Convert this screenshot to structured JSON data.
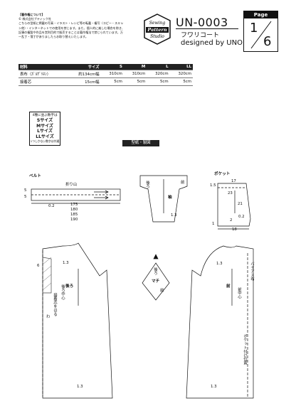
{
  "copyright": {
    "heading": "【著作権について】",
    "owner": "© 株式会社ブティック社",
    "body": "こちらの型紙に掲載の写真・イラスト・レシピ等の転載・複写（コピー・スキャン他）・インターネットでの使用を禁じます。また、個人的に楽しむ場合を除き、記事の複製や作品を営利目的で販売することは著作権法で禁じられています。万一乱丁・落丁がありましたらお取り替えいたします。"
  },
  "logo": {
    "line1": "Sewing",
    "line2": "Pattern",
    "line3": "Studio"
  },
  "product": {
    "code": "UN-0003",
    "name_jp": "フワリコート",
    "designer": "designed by UNO"
  },
  "page": {
    "label": "Page",
    "current": "1",
    "total": "6"
  },
  "size_table": {
    "headers": [
      "材料",
      "サイズ",
      "S",
      "M",
      "L",
      "LL"
    ],
    "rows": [
      {
        "material": "表布（ｶﾞﾙｻﾞﾘﾈﾝ）",
        "width": "約134cm幅",
        "values": [
          "310cm",
          "310cm",
          "320cm",
          "320cm"
        ]
      },
      {
        "material": "接着芯",
        "width": "15cm幅",
        "values": [
          "5cm",
          "5cm",
          "5cm",
          "5cm"
        ]
      }
    ]
  },
  "legend": {
    "title": "4種に並ぶ数字は",
    "sizes": [
      "Sサイズ",
      "Mサイズ",
      "Lサイズ",
      "LLサイズ"
    ],
    "note": "1つしかない数字は共通"
  },
  "section_title": "型紙・製図",
  "belt": {
    "title": "ベルト",
    "fold": "折り山",
    "dim_5a": "5",
    "dim_5b": "5",
    "dim_02": "0.2",
    "lengths": [
      "175",
      "180",
      "185",
      "190"
    ]
  },
  "sleeve": {
    "label": "袖",
    "back": "後ろ",
    "front": "前",
    "dim": "1.3"
  },
  "pocket": {
    "title": "ポケット",
    "dims": {
      "top": "17",
      "left": "1.5",
      "a": "23",
      "b": "21",
      "c": "0.2",
      "d": "2",
      "e": "1",
      "bottom": "18"
    }
  },
  "back_body": {
    "label": "後ろ",
    "center": "後ろ中心",
    "fold": "わ",
    "dims": {
      "left": "6",
      "top": "1.3",
      "bottom": "1.3"
    },
    "interfacing_note": "接着芯をはる"
  },
  "gusset": {
    "label": "マチ",
    "back": "後ろ",
    "front": "前"
  },
  "front_body": {
    "label": "前",
    "center": "前中心",
    "bias": "バイアス布",
    "pocket_pos": "ポケット付け位置",
    "dims": {
      "top": "1.3",
      "bottom": "1.3"
    }
  }
}
